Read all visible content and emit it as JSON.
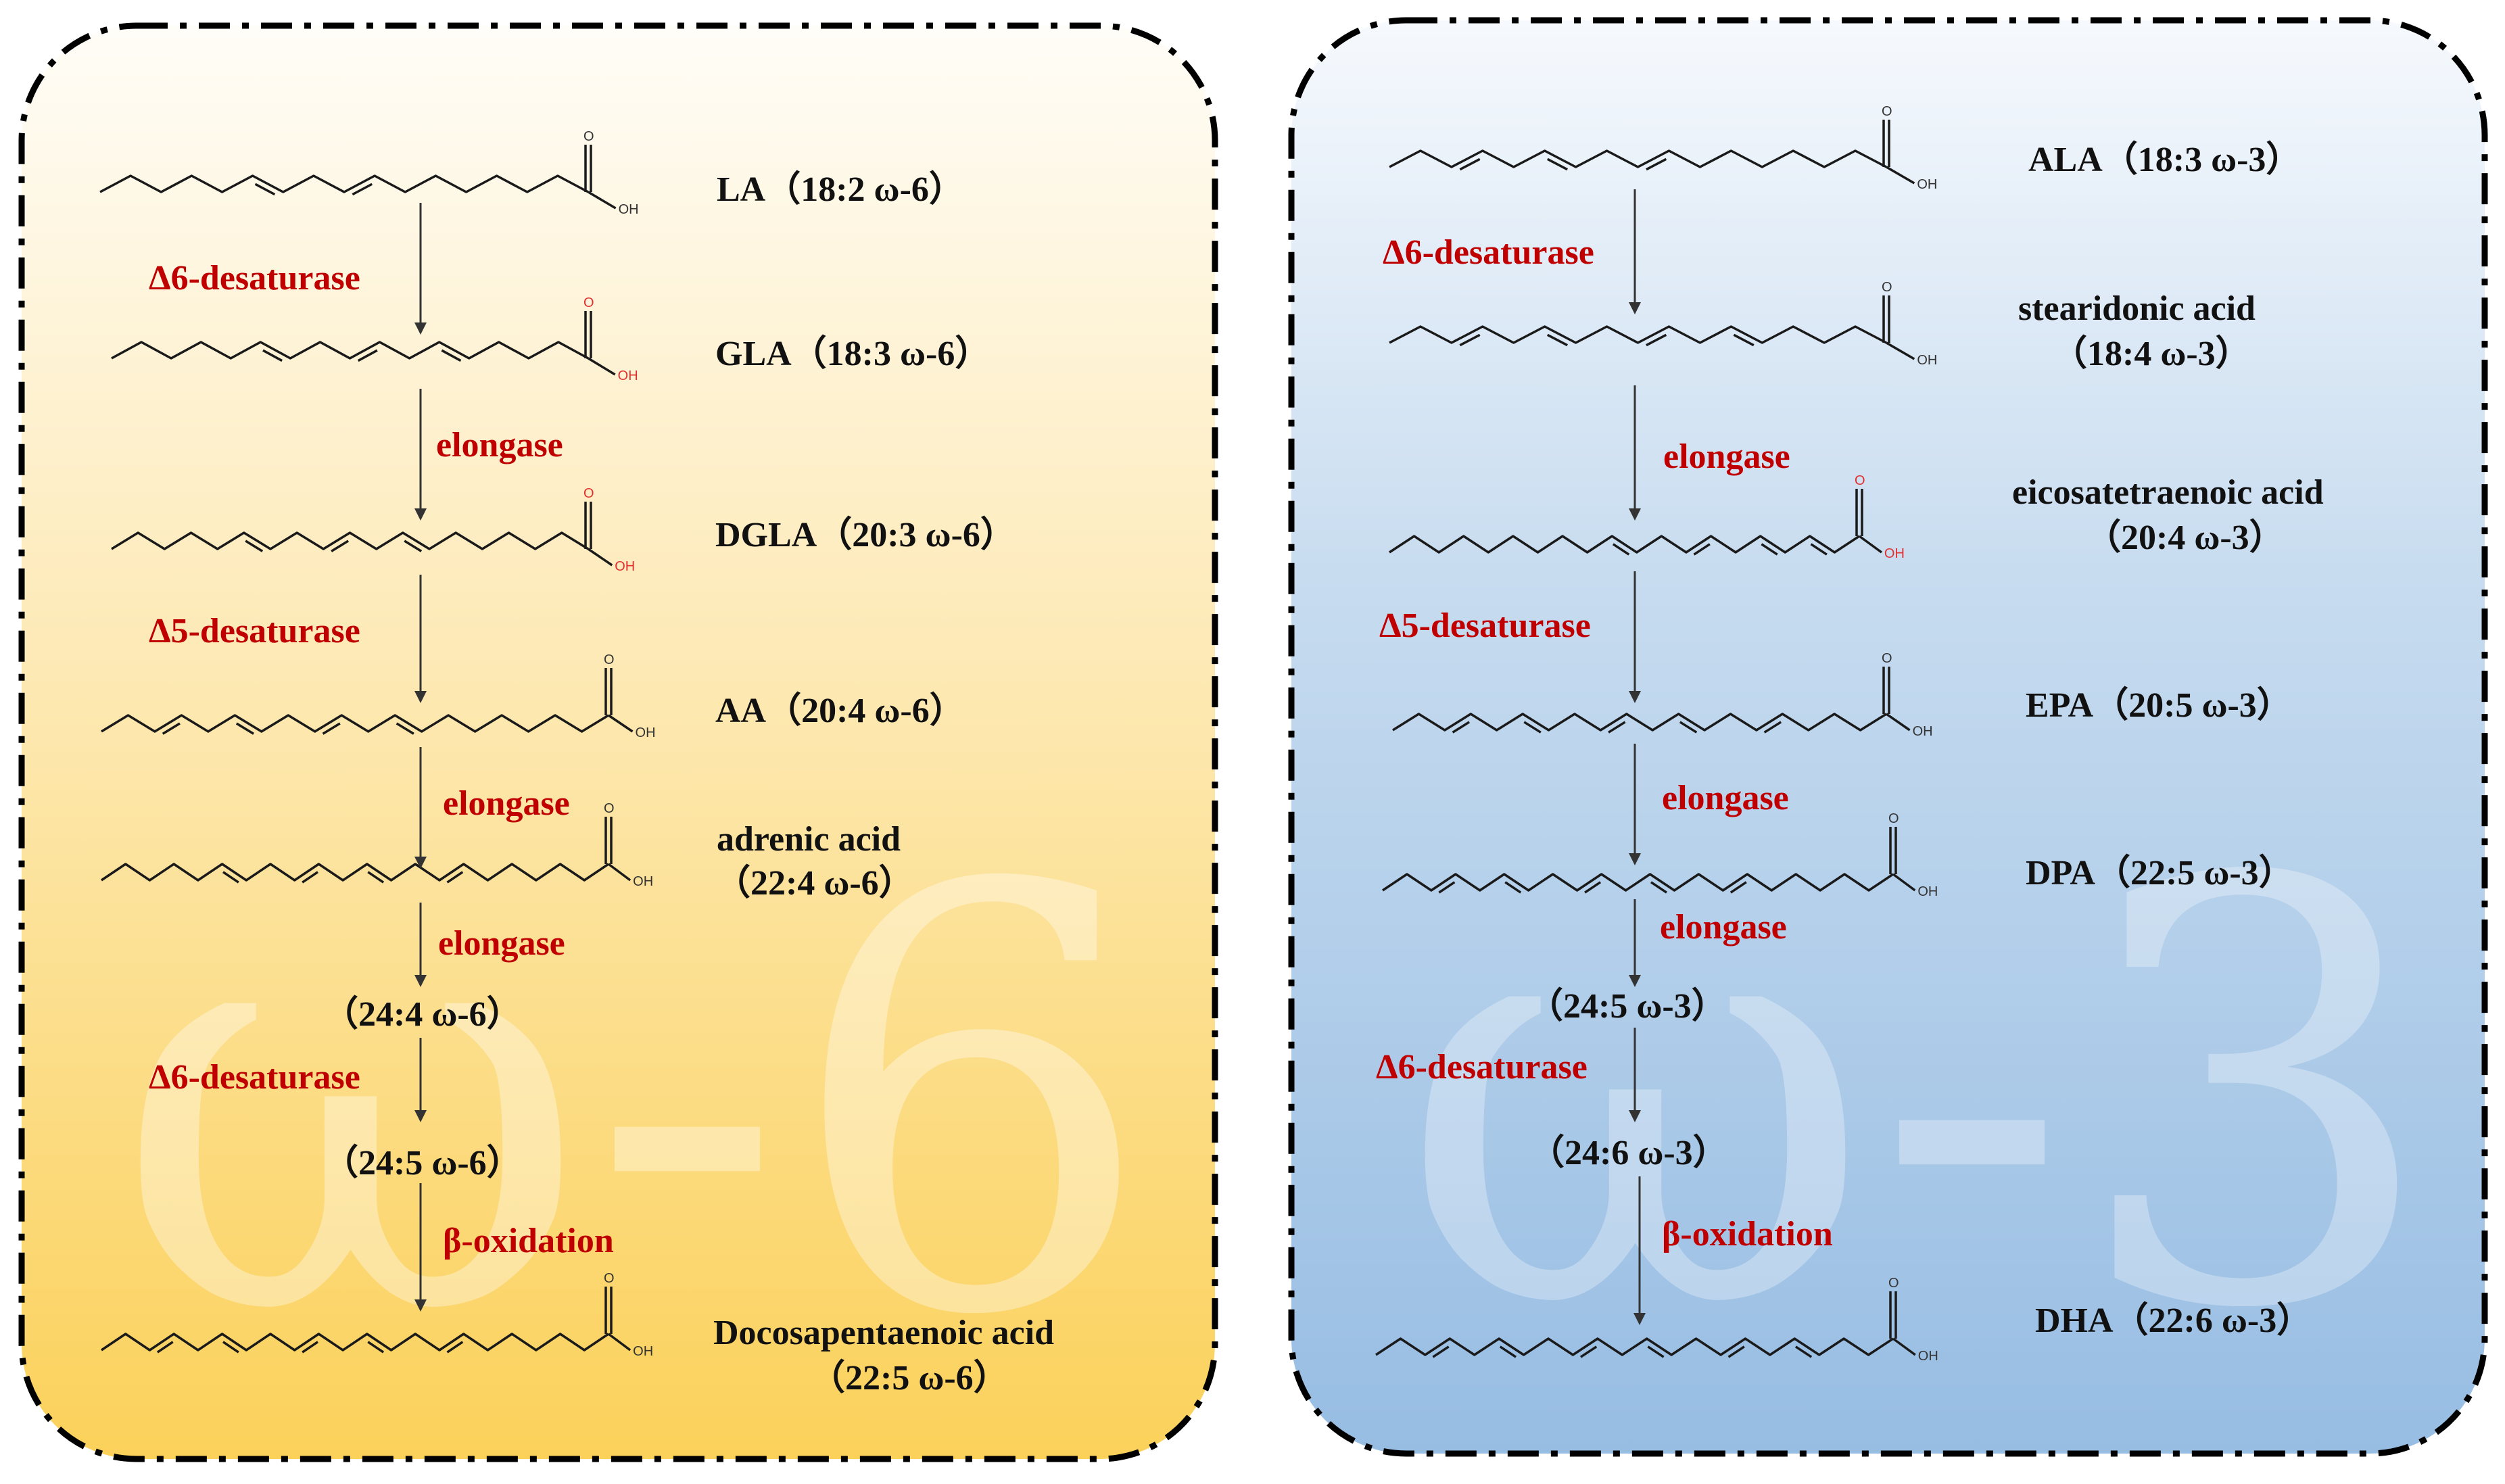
{
  "left_panel": {
    "watermark": "ω-6",
    "molecules": {
      "la": "LA（18:2 ω-6）",
      "gla": "GLA（18:3 ω-6）",
      "dgla": "DGLA（20:3 ω-6）",
      "aa": "AA（20:4 ω-6）",
      "adrenic_name": "adrenic acid",
      "adrenic_formula": "（22:4 ω-6）",
      "c24_4": "（24:4 ω-6）",
      "c24_5": "（24:5 ω-6）",
      "dpa_name": "Docosapentaenoic acid",
      "dpa_formula": "（22:5 ω-6）"
    },
    "enzymes": {
      "e1": "Δ6-desaturase",
      "e2": "elongase",
      "e3": "Δ5-desaturase",
      "e4": "elongase",
      "e5": "elongase",
      "e6": "Δ6-desaturase",
      "e7": "β-oxidation"
    }
  },
  "right_panel": {
    "watermark": "ω-3",
    "molecules": {
      "ala": "ALA（18:3 ω-3）",
      "sda_name": "stearidonic acid",
      "sda_formula": "（18:4 ω-3）",
      "eta_name": "eicosatetraenoic acid",
      "eta_formula": "（20:4 ω-3）",
      "epa": "EPA（20:5 ω-3）",
      "dpa": "DPA（22:5 ω-3）",
      "c24_5": "（24:5 ω-3）",
      "c24_6": "（24:6 ω-3）",
      "dha": "DHA（22:6 ω-3）"
    },
    "enzymes": {
      "e1": "Δ6-desaturase",
      "e2": "elongase",
      "e3": "Δ5-desaturase",
      "e4": "elongase",
      "e5": "elongase",
      "e6": "Δ6-desaturase",
      "e7": "β-oxidation"
    }
  },
  "atom_labels": {
    "oxygen": "O",
    "hydroxyl": "OH"
  },
  "colors": {
    "left_top": "#fffdf8",
    "left_bottom": "#fbd15a",
    "right_top": "#f6f9fd",
    "right_bottom": "#97bde3",
    "enzyme_text": "#c00000",
    "border": "#000000"
  }
}
